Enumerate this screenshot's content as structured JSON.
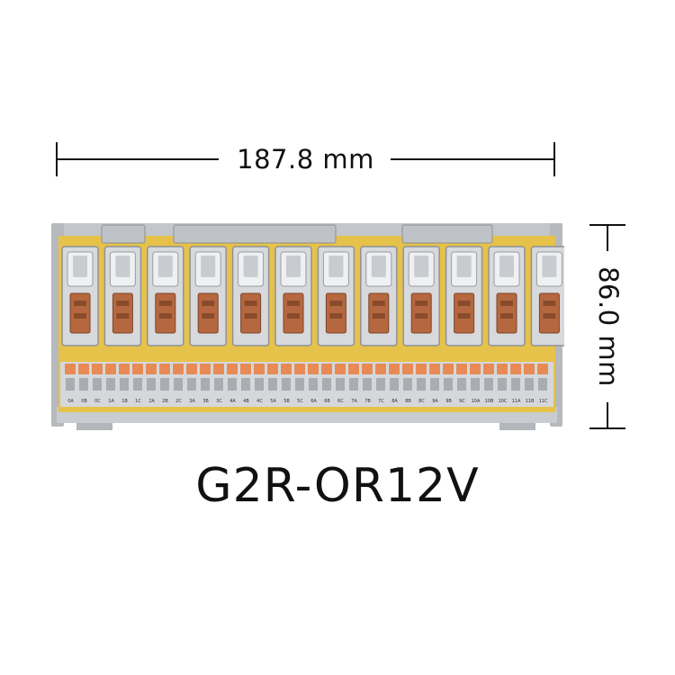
{
  "width_label": "187.8 mm",
  "height_label": "86.0 mm",
  "model": "G2R-OR12V",
  "terminal_labels": [
    "0A",
    "0B",
    "0C",
    "1A",
    "1B",
    "1C",
    "2A",
    "2B",
    "2C",
    "3A",
    "3B",
    "3C",
    "4A",
    "4B",
    "4C",
    "5A",
    "5B",
    "5C",
    "6A",
    "6B",
    "6C",
    "7A",
    "7B",
    "7C",
    "8A",
    "8B",
    "8C",
    "9A",
    "9B",
    "9C",
    "10A",
    "10B",
    "10C",
    "11A",
    "11B",
    "11C"
  ],
  "relay_count": 12,
  "colors": {
    "pcb": "#e6c24a",
    "relay_shell": "#d7d9dc",
    "coil": "#b5683f",
    "terminal": "#e88a55",
    "rail": "#b9bcc0",
    "text": "#111111"
  }
}
